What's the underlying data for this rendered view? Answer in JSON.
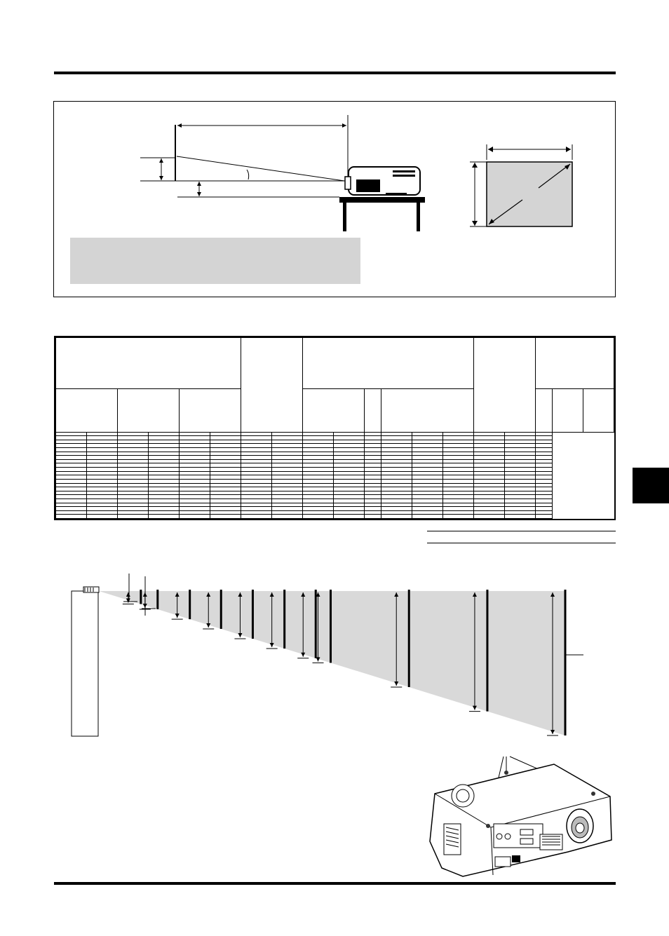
{
  "page": {
    "header_rule": "",
    "footer_rule": ""
  },
  "setup_diagram": {
    "note_text": "",
    "screen_icon": "screen-diagonal-icon",
    "projector_icon": "projector-side-icon"
  },
  "spec_table": {
    "group_headers": [
      "",
      "",
      "",
      "",
      ""
    ],
    "sub_headers": [
      "",
      "",
      "",
      "",
      "",
      "",
      "",
      "",
      "",
      "",
      ""
    ],
    "column_count": 17,
    "row_count": 22,
    "rows": []
  },
  "throw_diagram": {
    "screen_count": 11,
    "projector_icon": "projector-front-icon"
  },
  "photo": {
    "icon": "projector-top-view-icon"
  },
  "colors": {
    "ink": "#000000",
    "note_gray": "#d4d4d4",
    "beam_gray": "#d9d9d9"
  }
}
